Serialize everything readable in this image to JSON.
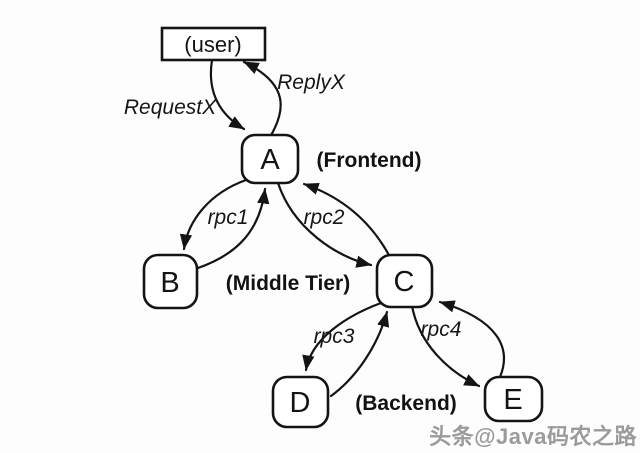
{
  "diagram": {
    "title_implicit": "RPC call graph",
    "colors": {
      "background": "#fdfdfd",
      "line": "#141414",
      "node_fill": "#ffffff",
      "watermark": "#9b9b9b"
    },
    "nodes": {
      "user": {
        "label": "(user)",
        "shape": "rectangle"
      },
      "a": {
        "label": "A",
        "shape": "rounded",
        "tier": "Frontend"
      },
      "b": {
        "label": "B",
        "shape": "rounded",
        "tier": "Middle Tier"
      },
      "c": {
        "label": "C",
        "shape": "rounded",
        "tier": "Middle Tier"
      },
      "d": {
        "label": "D",
        "shape": "rounded",
        "tier": "Backend"
      },
      "e": {
        "label": "E",
        "shape": "rounded",
        "tier": "Backend"
      }
    },
    "tiers": {
      "frontend": {
        "label": "(Frontend)"
      },
      "middle": {
        "label": "(Middle Tier)"
      },
      "backend": {
        "label": "(Backend)"
      }
    },
    "edges": {
      "request": {
        "label": "RequestX",
        "from": "user",
        "to": "A"
      },
      "reply": {
        "label": "ReplyX",
        "from": "A",
        "to": "user"
      },
      "rpc1": {
        "label": "rpc1",
        "from": "A",
        "to": "B",
        "bidirectional": true
      },
      "rpc2": {
        "label": "rpc2",
        "from": "A",
        "to": "C",
        "bidirectional": true
      },
      "rpc3": {
        "label": "rpc3",
        "from": "C",
        "to": "D",
        "bidirectional": true
      },
      "rpc4": {
        "label": "rpc4",
        "from": "C",
        "to": "E",
        "bidirectional": true
      }
    }
  },
  "watermark": {
    "text": "头条@Java码农之路"
  }
}
